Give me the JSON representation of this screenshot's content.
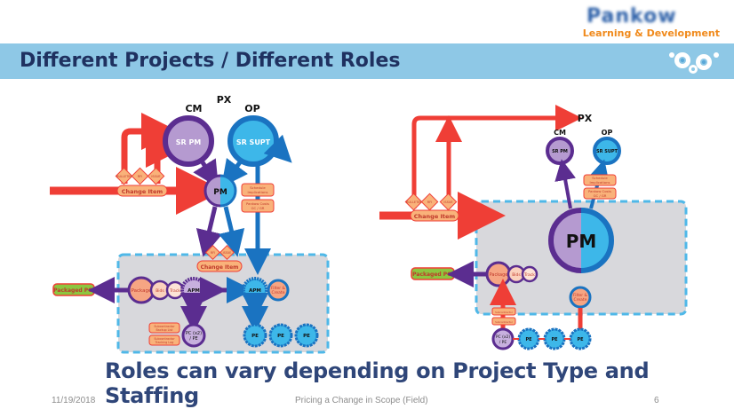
{
  "header": {
    "logo_text": "Pankow",
    "tagline": "Learning & Development",
    "title": "Different Projects / Different Roles"
  },
  "colors": {
    "title_bar": "#8ec8e6",
    "title_text": "#1f3160",
    "tagline": "#f08a1c",
    "red_arrow": "#ef3e36",
    "purple": "#5b2d90",
    "purple_light": "#b59ad0",
    "blue": "#1a73c1",
    "blue_light": "#3db7e9",
    "orange_box": "#f9b27a",
    "green_box": "#8cc63f"
  },
  "left_diagram": {
    "labels": {
      "cm": "CM",
      "px": "PX",
      "op": "OP"
    },
    "sr_pm": "SR PM",
    "sr_supt": "SR SUPT",
    "pm": "PM",
    "diamonds": [
      "BULLETIN",
      "RFI",
      "ISSUE"
    ],
    "change_item": "Change Item",
    "schedule": [
      "Schedule",
      "Implications"
    ],
    "pankow_costs": [
      "Pankow Costs",
      "GC / GR"
    ],
    "inner_diamonds": [
      "RFI",
      "ISSUE"
    ],
    "inner_change_item": "Change Item",
    "packaged_pci": "Packaged PCI",
    "package": "Package",
    "bids": "Bids",
    "track": "Track",
    "apm_left": "APM",
    "apm_right": "APM",
    "filter_create": [
      "Filter &",
      "Create"
    ],
    "sub_backup": [
      "Subcontractor",
      "Backup List"
    ],
    "sub_tracking": [
      "Subcontractor",
      "Tracking Log"
    ],
    "pc_pe": [
      "PC (x2)",
      "/ PE"
    ],
    "pe": [
      "PE",
      "PE",
      "PE"
    ]
  },
  "right_diagram": {
    "labels": {
      "cm": "CM",
      "px": "PX",
      "op": "OP"
    },
    "sr_pm": "SR PM",
    "sr_supt": "SR SUPT",
    "pm": "PM",
    "diamonds": [
      "BULLETIN",
      "RFI",
      "ISSUE"
    ],
    "change_item": "Change Item",
    "schedule": [
      "Schedule",
      "Implications"
    ],
    "pankow_costs": [
      "Pankow Costs",
      "GC / GR"
    ],
    "packaged_pci": "Packaged PCI",
    "package": "Package",
    "bids": "Bids",
    "track": "Track",
    "filter_create": [
      "Filter &",
      "Create"
    ],
    "sub_backup": [
      "Subcontractor",
      "Backup List"
    ],
    "sub_tracking": [
      "Subcontractor",
      "Tracking Log"
    ],
    "pc_pe": [
      "PC (x2)",
      "/ PE"
    ],
    "pe": [
      "PE",
      "PE",
      "PE"
    ]
  },
  "subtitle": "Roles can vary depending on Project Type and Staffing",
  "footer": {
    "date": "11/19/2018",
    "center": "Pricing a Change in Scope (Field)",
    "page": "6"
  }
}
